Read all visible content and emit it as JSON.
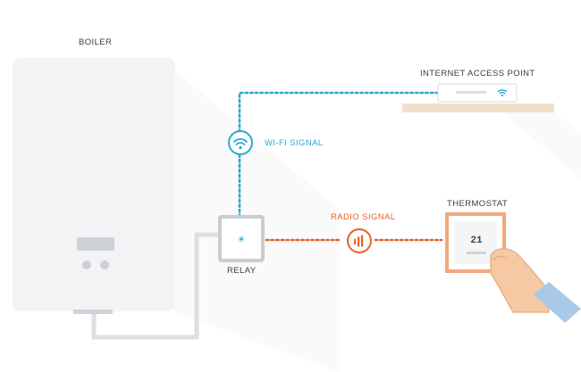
{
  "labels": {
    "boiler": "BOILER",
    "internet_access_point": "INTERNET ACCESS POINT",
    "wifi_signal": "WI-FI SIGNAL",
    "radio_signal": "RADIO SIGNAL",
    "thermostat": "THERMOSTAT",
    "relay": "RELAY",
    "thermostat_display": "21"
  },
  "colors": {
    "wifi": "#2aa8d8",
    "radio": "#e6612a",
    "device_body": "#f3f4f6",
    "shelf": "#f1dfc9"
  },
  "icons": {
    "wifi": "wifi-icon",
    "radio": "radio-signal-icon",
    "hand": "hand-icon"
  }
}
